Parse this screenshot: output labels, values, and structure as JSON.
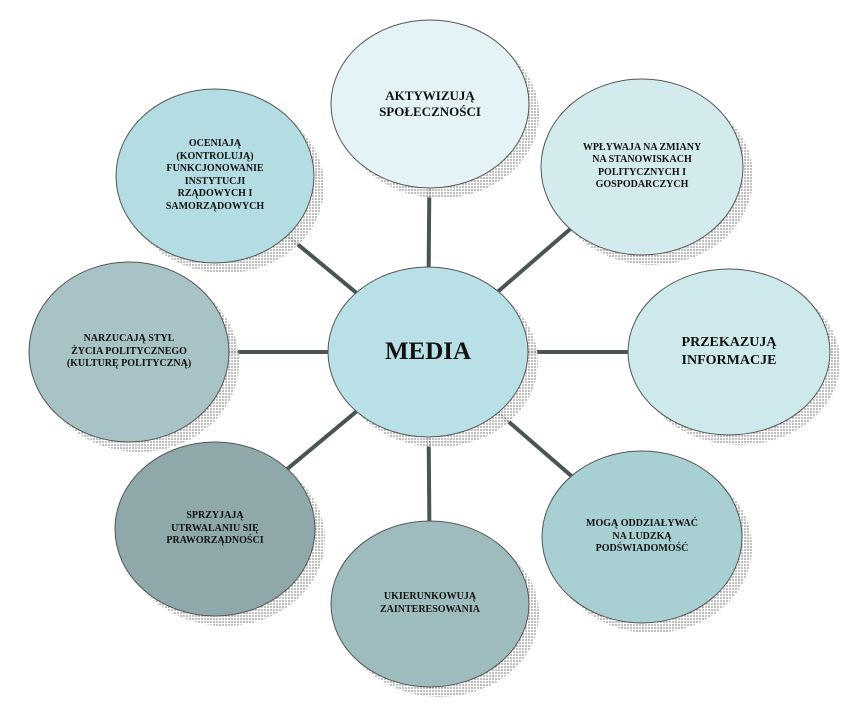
{
  "center": {
    "label": "MEDIA",
    "color": "#b9e0e6"
  },
  "nodes": [
    {
      "id": "top",
      "label": "AKTYWIZUJĄ\nSPOŁECZNOŚCI",
      "color": "#e4f4f6"
    },
    {
      "id": "top-right",
      "label": "WPŁYWAJA NA ZMIANY\nNA STANOWISKACH\nPOLITYCZNYCH I\nGOSPODARCZYCH",
      "color": "#d4ebee"
    },
    {
      "id": "right",
      "label": "PRZEKAZUJĄ\nINFORMACJE",
      "color": "#cde9ec"
    },
    {
      "id": "bottom-right",
      "label": "MOGĄ ODDZIAŁYWAĆ\nNA LUDZKĄ\nPODŚWIADOMOŚĆ",
      "color": "#a8cfd2"
    },
    {
      "id": "bottom",
      "label": "UKIERUNKOWUJĄ\nZAINTERESOWANIA",
      "color": "#9ebcbe"
    },
    {
      "id": "bottom-left",
      "label": "SPRZYJAJĄ\nUTRWALANIU SIĘ\nPRAWORZĄDNOŚCI",
      "color": "#8fa9ab"
    },
    {
      "id": "left",
      "label": "NARZUCAJĄ STYL\nŻYCIA POLITYCZNEGO\n(KULTURĘ POLITYCZNĄ)",
      "color": "#a7c3c5"
    },
    {
      "id": "top-left",
      "label": "OCENIAJĄ\n(KONTROLUJĄ)\nFUNKCJONOWANIE\nINSTYTUCJI\nRZĄDOWYCH I\nSAMORZĄDOWYCH",
      "color": "#b3dde2"
    }
  ],
  "connector_color": "#4a5456",
  "stroke_color": "#555555",
  "shadow_color": "#8a8a8a"
}
